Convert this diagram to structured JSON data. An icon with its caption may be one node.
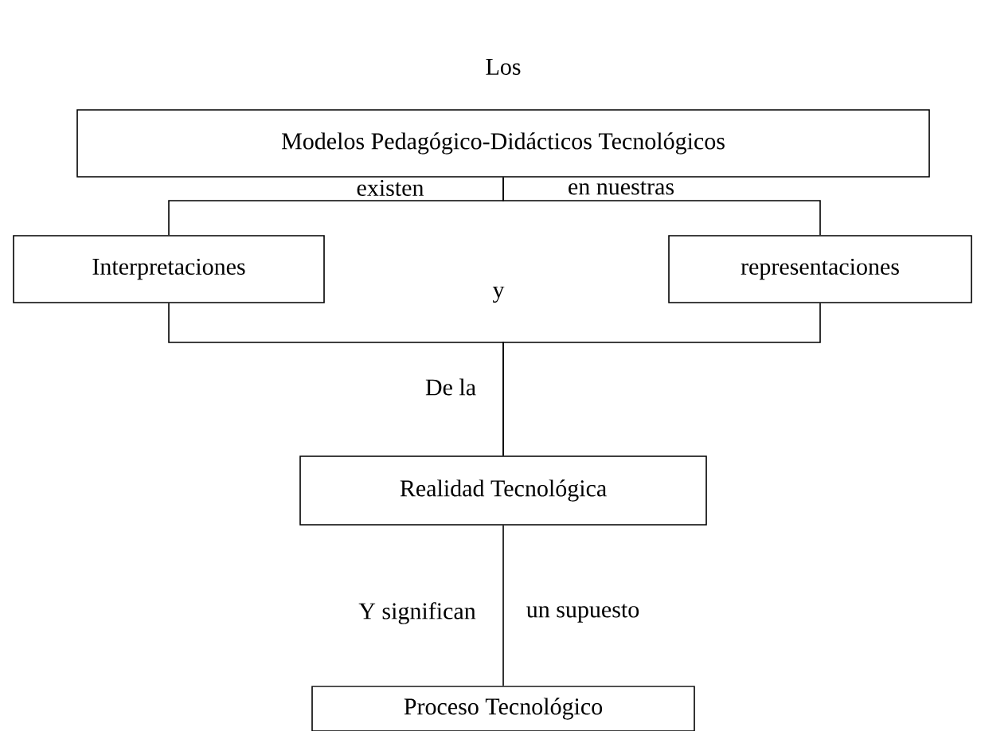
{
  "diagram": {
    "nodes": [
      {
        "text": [
          "Modelos Pedagógico-Didácticos Tecnológicos"
        ]
      },
      {
        "text": [
          "Interpretaciones"
        ]
      },
      {
        "text": [
          "representaciones"
        ]
      },
      {
        "text": [
          "Realidad Tecnológica"
        ]
      },
      {
        "text": [
          "Proceso Tecnológico"
        ]
      }
    ],
    "edges": [
      {
        "from": 0,
        "to": 1,
        "arrow": "none"
      },
      {
        "from": 0,
        "to": 2,
        "arrow": "none"
      },
      {
        "from": 1,
        "to": 3,
        "arrow": "none"
      },
      {
        "from": 2,
        "to": 3,
        "arrow": "none"
      },
      {
        "from": 3,
        "to": 4,
        "arrow": "none"
      }
    ],
    "labels": [
      "Los",
      "existen",
      "en nuestras",
      "y",
      "De la",
      "Y significan",
      "un supuesto"
    ]
  }
}
